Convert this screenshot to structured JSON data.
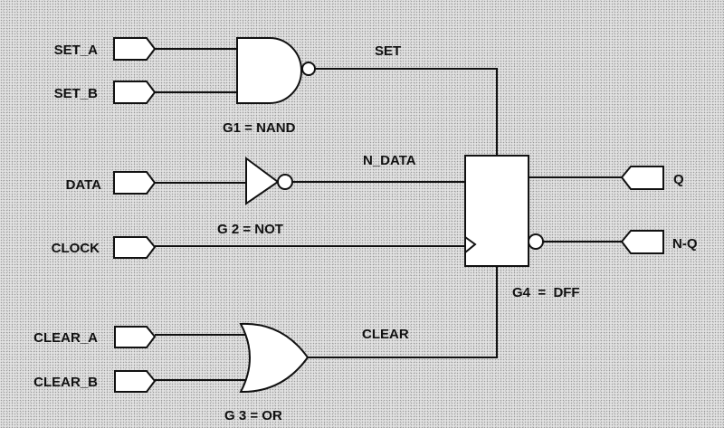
{
  "inputs": {
    "set_a": "SET_A",
    "set_b": "SET_B",
    "data": "DATA",
    "clock": "CLOCK",
    "clear_a": "CLEAR_A",
    "clear_b": "CLEAR_B"
  },
  "outputs": {
    "q": "Q",
    "nq": "N-Q"
  },
  "signals": {
    "set": "SET",
    "n_data": "N_DATA",
    "clear": "CLEAR"
  },
  "gates": {
    "g1": "G1 = NAND",
    "g2": "G 2 = NOT",
    "g3": "G 3 = OR",
    "g4": "G4  =  DFF"
  }
}
